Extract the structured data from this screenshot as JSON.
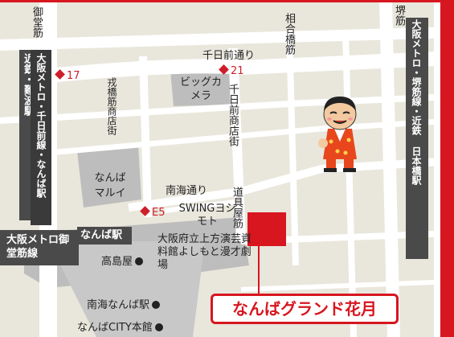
{
  "map": {
    "colors": {
      "background": "#e9e7dc",
      "road": "#ffffff",
      "building": "#bdbdbd",
      "station_bar": "#4a4a4a",
      "accent": "#d7161f"
    },
    "street_labels": {
      "midosuji": "御堂筋",
      "sennichimae_dori": "千日前通り",
      "aioibashi_suji": "相合橋筋",
      "sakai_suji": "堺筋",
      "ebisubashi_shotengai": "戎橋筋商店街",
      "sennichimae_shotengai": "千日前商店街",
      "nankai_dori": "南海通り",
      "doguyasuji": "道具屋筋"
    },
    "station_labels": {
      "kintetsu_namba": "近鉄・難波駅",
      "osaka_metro_sennichimae": "大阪メトロ・千日前線・なんば駅",
      "osaka_metro_sakaisuji": "大阪メトロ・堺筋線・近鉄 日本橋駅",
      "osaka_metro_midosuji": "大阪メトロ御堂筋線",
      "namba_station": "なんば駅"
    },
    "exits": {
      "exit_17": "17",
      "exit_21": "21",
      "exit_e5": "E5"
    },
    "landmarks": {
      "bic_camera": "ビッグカメラ",
      "namba_marui": "なんばマルイ",
      "swing_yoshimoto": "SWINGヨシモト",
      "kamigata_museum": "大阪府立上方演芸資料館よしもと漫才劇場",
      "takashimaya": "高島屋",
      "nankai_namba": "南海なんば駅",
      "namba_city": "なんばCITY本館"
    },
    "destination": "なんばグランド花月",
    "icons": {
      "exit_marker": "red-diamond-icon",
      "landmark_marker": "black-dot-icon",
      "mascot": "cartoon-mascot-icon"
    }
  }
}
